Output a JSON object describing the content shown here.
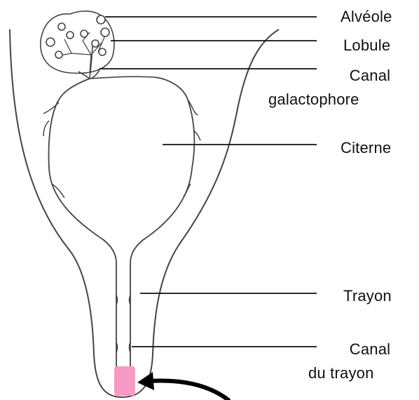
{
  "labels": {
    "alveole": "Alvéole",
    "lobule": "Lobule",
    "canal_galactophore_line1": "Canal",
    "canal_galactophore_line2": "galactophore",
    "citerne": "Citerne",
    "trayon": "Trayon",
    "canal_du_trayon_line1": "Canal",
    "canal_du_trayon_line2": "du trayon"
  },
  "colors": {
    "outline": "#444444",
    "leader_line": "#111111",
    "highlight": "#f59ac5",
    "arrow": "#000000",
    "text": "#111111"
  },
  "icons": {
    "arrow": "curved-arrow-icon",
    "alveoli": "alveolus-circle-icon"
  }
}
